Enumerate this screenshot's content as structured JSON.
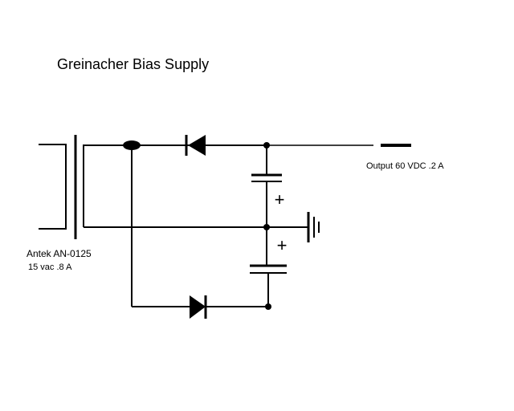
{
  "title": "Greinacher Bias  Supply",
  "output": {
    "label": "Output  60 VDC  .2 A"
  },
  "transformer": {
    "model": "Antek AN-0125",
    "rating": "15 vac  .8 A"
  },
  "capacitor_polarity_mark": "+",
  "colors": {
    "background": "#ffffff",
    "ink": "#000000"
  }
}
